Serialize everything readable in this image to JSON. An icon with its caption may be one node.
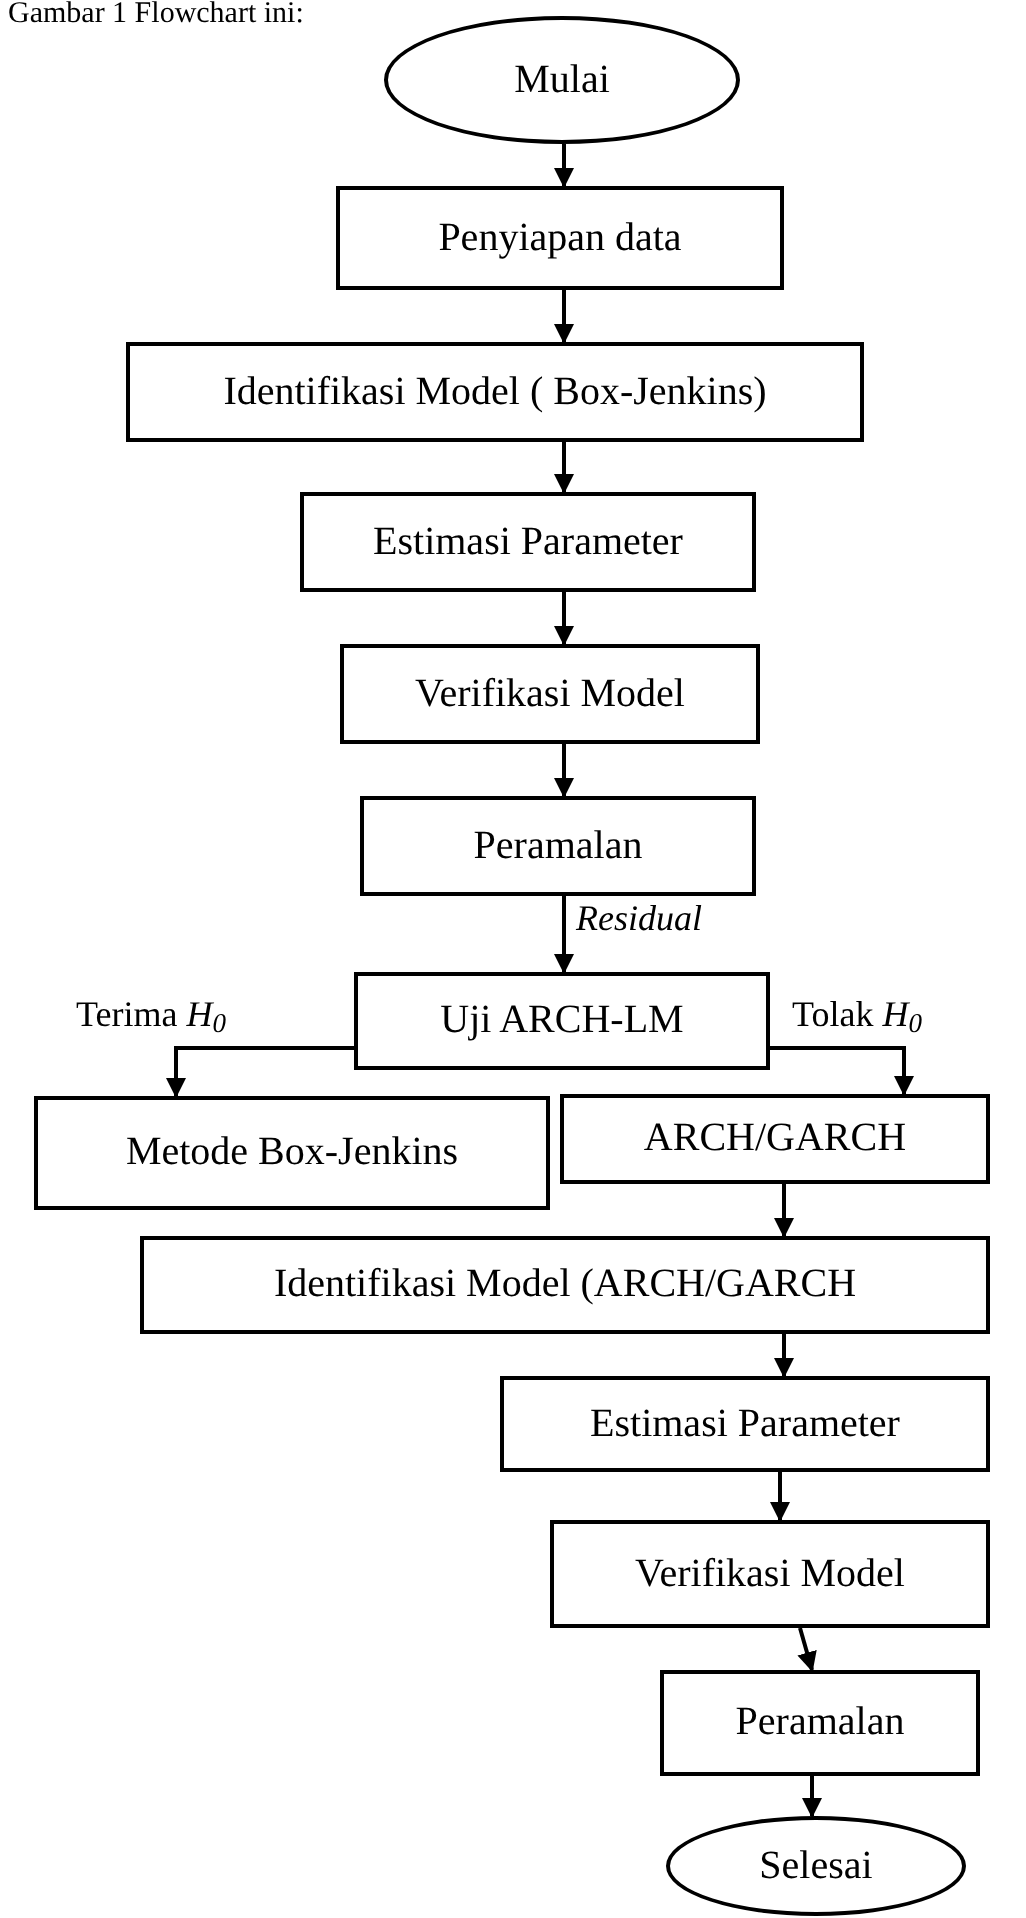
{
  "diagram": {
    "nodes": [
      {
        "text": [
          "Mulai"
        ]
      },
      {
        "text": [
          "Penyiapan data"
        ]
      },
      {
        "text": [
          "Identifikasi Model ( Box-Jenkins)"
        ]
      },
      {
        "text": [
          "Estimasi Parameter"
        ]
      },
      {
        "text": [
          "Verifikasi Model"
        ]
      },
      {
        "text": [
          "Peramalan"
        ]
      },
      {
        "text": [
          "Uji ARCH-LM"
        ]
      },
      {
        "text": [
          "Metode Box-Jenkins"
        ]
      },
      {
        "text": [
          "ARCH/GARCH"
        ]
      },
      {
        "text": [
          "Identifikasi Model (ARCH/GARCH"
        ]
      },
      {
        "text": [
          "Estimasi Parameter"
        ]
      },
      {
        "text": [
          "Verifikasi Model"
        ]
      },
      {
        "text": [
          "Peramalan"
        ]
      },
      {
        "text": [
          "Selesai"
        ]
      }
    ],
    "edges": [
      {
        "from": 0,
        "to": 1,
        "arrow": "to"
      },
      {
        "from": 1,
        "to": 2,
        "arrow": "to"
      },
      {
        "from": 2,
        "to": 3,
        "arrow": "to"
      },
      {
        "from": 3,
        "to": 4,
        "arrow": "to"
      },
      {
        "from": 4,
        "to": 5,
        "arrow": "to"
      },
      {
        "from": 5,
        "to": 6,
        "arrow": "to",
        "label": "Residual"
      },
      {
        "from": 6,
        "to": 7,
        "arrow": "to",
        "label": "Terima *H*$_{0}$"
      },
      {
        "from": 6,
        "to": 8,
        "arrow": "to",
        "label": "Tolak *H*$_{0}$"
      },
      {
        "from": 8,
        "to": 9,
        "arrow": "to"
      },
      {
        "from": 9,
        "to": 10,
        "arrow": "to"
      },
      {
        "from": 10,
        "to": 11,
        "arrow": "to"
      },
      {
        "from": 11,
        "to": 12,
        "arrow": "to"
      },
      {
        "from": 12,
        "to": 13,
        "arrow": "to"
      }
    ],
    "labels": [
      "Gambar 1 Flowchart ini:"
    ]
  }
}
